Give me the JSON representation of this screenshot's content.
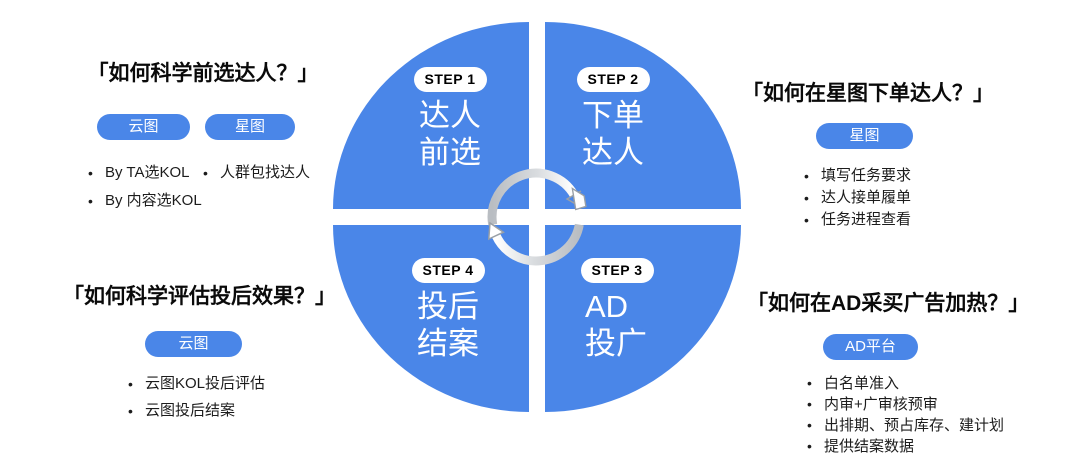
{
  "colors": {
    "brand_blue": "#4A86E8",
    "pill_text": "#FFFFFF",
    "quadrant_text": "#FFFFFF",
    "title_text": "#0A0A0A",
    "body_text": "#1C1C1C",
    "badge_bg": "#FFFFFF",
    "badge_text": "#000000",
    "arrow_gray": "#B9BDC2"
  },
  "panels": {
    "top_left": {
      "title": "「如何科学前选达人？」",
      "pills": [
        {
          "label": "云图"
        },
        {
          "label": "星图"
        }
      ],
      "columns": [
        {
          "bullets": [
            "By TA选KOL",
            "By 内容选KOL"
          ]
        },
        {
          "bullets": [
            "人群包找达人"
          ]
        }
      ]
    },
    "top_right": {
      "title": "「如何在星图下单达人？」",
      "pill": "星图",
      "bullets": [
        "填写任务要求",
        "达人接单履单",
        "任务进程查看"
      ]
    },
    "bottom_left": {
      "title": "「如何科学评估投后效果？」",
      "pill": "云图",
      "bullets": [
        "云图KOL投后评估",
        "云图投后结案"
      ]
    },
    "bottom_right": {
      "title": "「如何在AD采买广告加热？」",
      "pill": "AD平台",
      "bullets": [
        "白名单准入",
        "内审+广审核预审",
        "出排期、预占库存、建计划",
        "提供结案数据"
      ]
    }
  },
  "diagram": {
    "steps": [
      {
        "badge": "STEP 1",
        "line1": "达人",
        "line2": "前选"
      },
      {
        "badge": "STEP 2",
        "line1": "下单",
        "line2": "达人"
      },
      {
        "badge": "STEP 3",
        "line1": "AD",
        "line2": "投广"
      },
      {
        "badge": "STEP 4",
        "line1": "投后",
        "line2": "结案"
      }
    ],
    "center_icon": "cycle-arrows"
  }
}
